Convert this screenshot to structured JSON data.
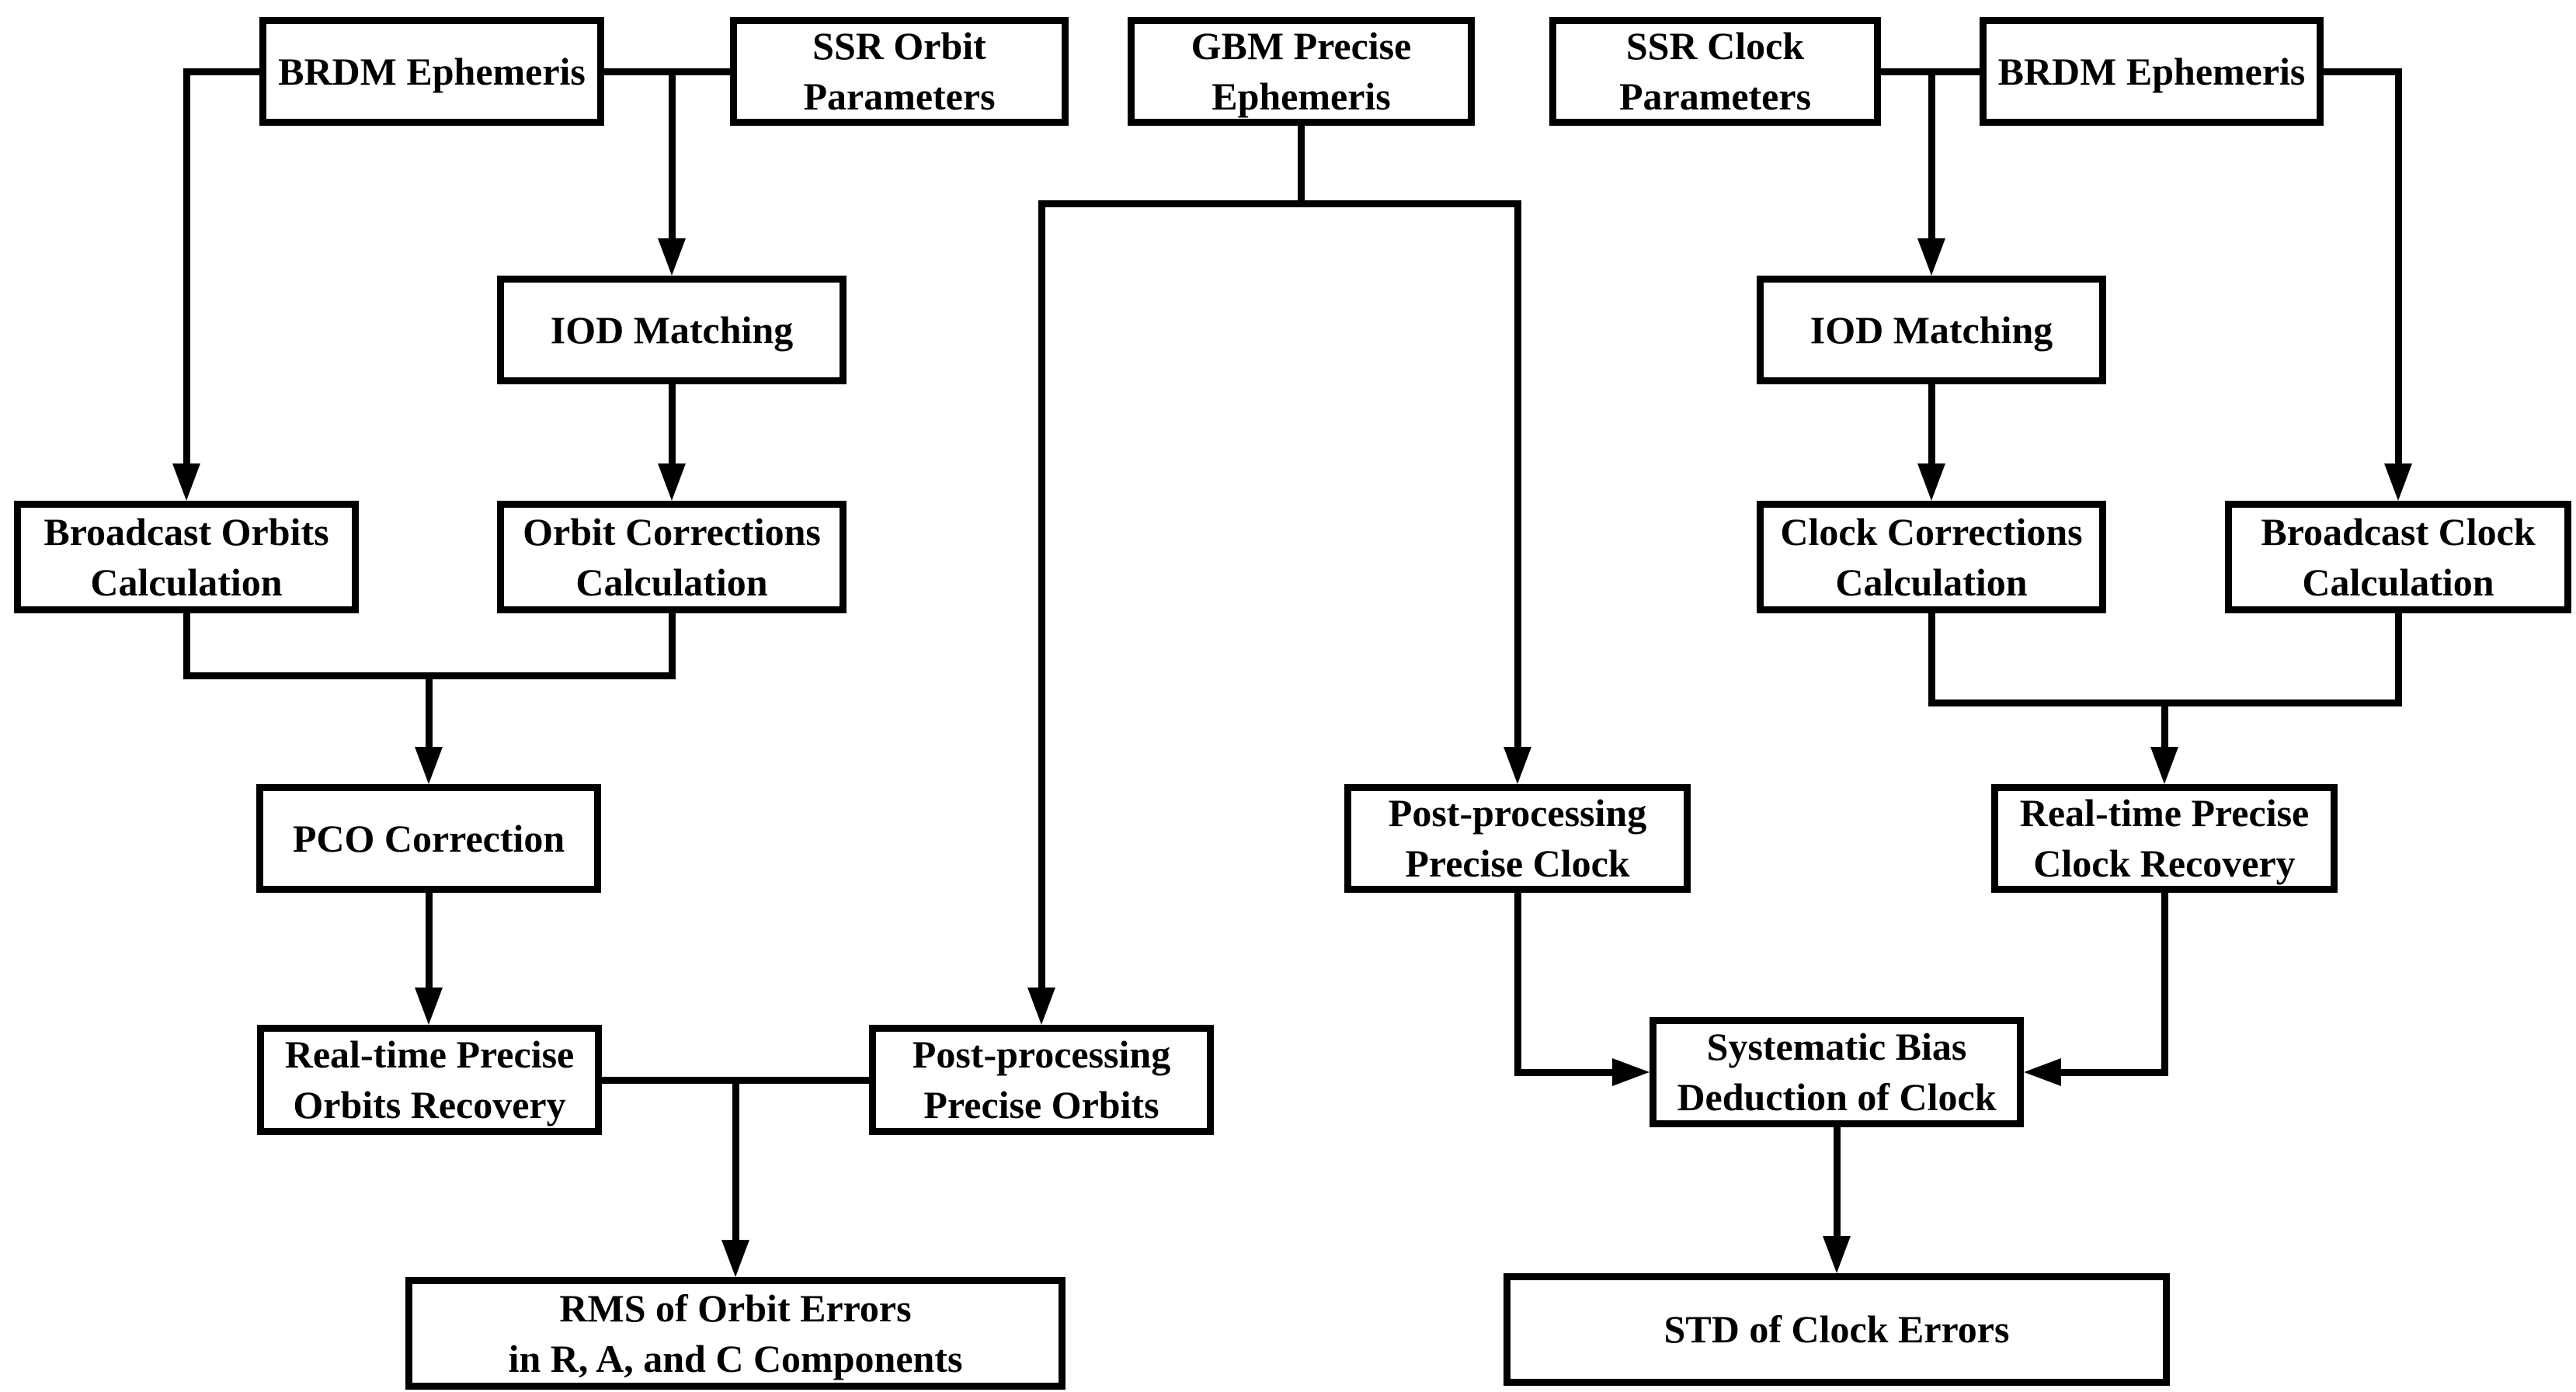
{
  "figure": {
    "type": "flowchart",
    "background_color": "#ffffff",
    "stroke_color": "#000000",
    "text_color": "#000000",
    "arrow_style": "filled-triangle"
  },
  "diagram": {
    "nodes": {
      "brdm_ephemeris_left": {
        "label": "BRDM Ephemeris"
      },
      "ssr_orbit_parameters": {
        "label": "SSR Orbit\nParameters"
      },
      "gbm_precise_ephemeris": {
        "label": "GBM Precise\nEphemeris"
      },
      "ssr_clock_parameters": {
        "label": "SSR Clock\nParameters"
      },
      "brdm_ephemeris_right": {
        "label": "BRDM Ephemeris"
      },
      "iod_matching_left": {
        "label": "IOD Matching"
      },
      "iod_matching_right": {
        "label": "IOD Matching"
      },
      "broadcast_orbits_calculation": {
        "label": "Broadcast Orbits\nCalculation"
      },
      "orbit_corrections_calculation": {
        "label": "Orbit Corrections\nCalculation"
      },
      "clock_corrections_calculation": {
        "label": "Clock Corrections\nCalculation"
      },
      "broadcast_clock_calculation": {
        "label": "Broadcast Clock\nCalculation"
      },
      "pco_correction": {
        "label": "PCO Correction"
      },
      "post_processing_precise_clock": {
        "label": "Post-processing\nPrecise Clock"
      },
      "real_time_precise_clock_recovery": {
        "label": "Real-time Precise\nClock Recovery"
      },
      "real_time_precise_orbits_recovery": {
        "label": "Real-time Precise\nOrbits Recovery"
      },
      "post_processing_precise_orbits": {
        "label": "Post-processing\nPrecise Orbits"
      },
      "systematic_bias_deduction_of_clock": {
        "label": "Systematic Bias\nDeduction of Clock"
      },
      "rms_of_orbit_errors": {
        "label": "RMS of Orbit Errors\nin R, A, and C Components"
      },
      "std_of_clock_errors": {
        "label": "STD of Clock Errors"
      }
    },
    "edges": [
      {
        "from": "brdm_ephemeris_left",
        "to": "broadcast_orbits_calculation"
      },
      {
        "from": "brdm_ephemeris_left",
        "to": "iod_matching_left"
      },
      {
        "from": "ssr_orbit_parameters",
        "to": "iod_matching_left"
      },
      {
        "from": "iod_matching_left",
        "to": "orbit_corrections_calculation"
      },
      {
        "from": "broadcast_orbits_calculation",
        "to": "pco_correction"
      },
      {
        "from": "orbit_corrections_calculation",
        "to": "pco_correction"
      },
      {
        "from": "pco_correction",
        "to": "real_time_precise_orbits_recovery"
      },
      {
        "from": "gbm_precise_ephemeris",
        "to": "post_processing_precise_orbits"
      },
      {
        "from": "gbm_precise_ephemeris",
        "to": "post_processing_precise_clock"
      },
      {
        "from": "real_time_precise_orbits_recovery",
        "to": "rms_of_orbit_errors"
      },
      {
        "from": "post_processing_precise_orbits",
        "to": "rms_of_orbit_errors"
      },
      {
        "from": "ssr_clock_parameters",
        "to": "iod_matching_right"
      },
      {
        "from": "brdm_ephemeris_right",
        "to": "iod_matching_right"
      },
      {
        "from": "brdm_ephemeris_right",
        "to": "broadcast_clock_calculation"
      },
      {
        "from": "iod_matching_right",
        "to": "clock_corrections_calculation"
      },
      {
        "from": "clock_corrections_calculation",
        "to": "real_time_precise_clock_recovery"
      },
      {
        "from": "broadcast_clock_calculation",
        "to": "real_time_precise_clock_recovery"
      },
      {
        "from": "post_processing_precise_clock",
        "to": "systematic_bias_deduction_of_clock"
      },
      {
        "from": "real_time_precise_clock_recovery",
        "to": "systematic_bias_deduction_of_clock"
      },
      {
        "from": "systematic_bias_deduction_of_clock",
        "to": "std_of_clock_errors"
      }
    ]
  }
}
